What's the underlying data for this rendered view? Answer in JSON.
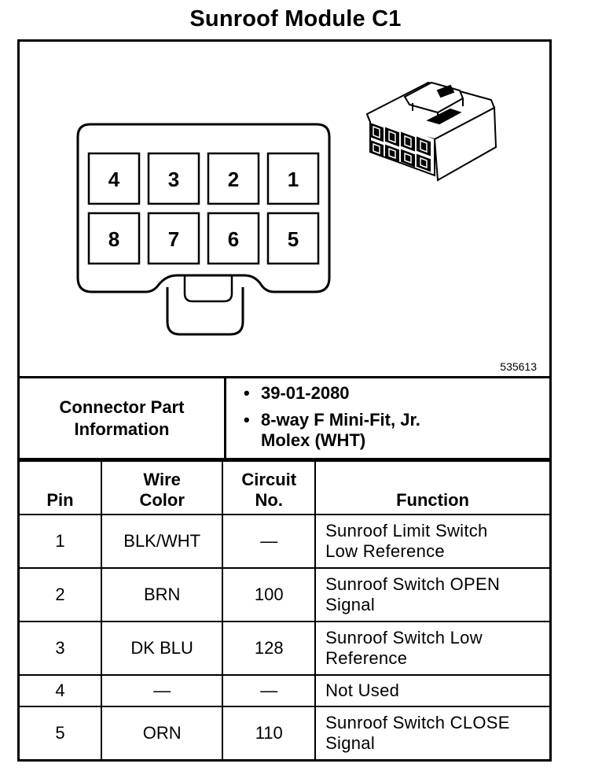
{
  "title": "Sunroof Module C1",
  "diagram": {
    "figure_number": "535613",
    "pins_top_row": [
      "4",
      "3",
      "2",
      "1"
    ],
    "pins_bottom_row": [
      "8",
      "7",
      "6",
      "5"
    ]
  },
  "connector_part_info": {
    "label_line1": "Connector Part",
    "label_line2": "Information",
    "bullet": "•",
    "items": [
      {
        "line1": "39-01-2080",
        "line2": ""
      },
      {
        "line1": "8-way F Mini-Fit, Jr.",
        "line2": "Molex (WHT)"
      }
    ]
  },
  "table": {
    "headers": {
      "pin": "Pin",
      "wire_color_line1": "Wire",
      "wire_color_line2": "Color",
      "circuit_line1": "Circuit",
      "circuit_line2": "No.",
      "function": "Function"
    },
    "rows": [
      {
        "pin": "1",
        "wire_color": "BLK/WHT",
        "circuit": "—",
        "function_line1": "Sunroof Limit Switch",
        "function_line2": "Low Reference"
      },
      {
        "pin": "2",
        "wire_color": "BRN",
        "circuit": "100",
        "function_line1": "Sunroof Switch OPEN",
        "function_line2": "Signal"
      },
      {
        "pin": "3",
        "wire_color": "DK BLU",
        "circuit": "128",
        "function_line1": "Sunroof Switch Low",
        "function_line2": "Reference"
      },
      {
        "pin": "4",
        "wire_color": "—",
        "circuit": "—",
        "function_line1": "Not Used",
        "function_line2": ""
      },
      {
        "pin": "5",
        "wire_color": "ORN",
        "circuit": "110",
        "function_line1": "Sunroof Switch CLOSE",
        "function_line2": "Signal"
      }
    ]
  }
}
